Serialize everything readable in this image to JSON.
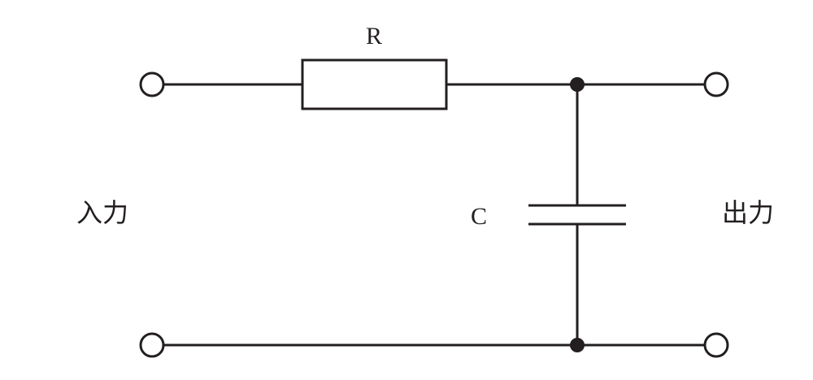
{
  "diagram": {
    "type": "RC low-pass filter schematic",
    "components": {
      "resistor_label": "R",
      "capacitor_label": "C"
    },
    "ports": {
      "input_label": "入力",
      "output_label": "出力"
    },
    "colors": {
      "line": "#231f20",
      "background": "#ffffff"
    }
  }
}
